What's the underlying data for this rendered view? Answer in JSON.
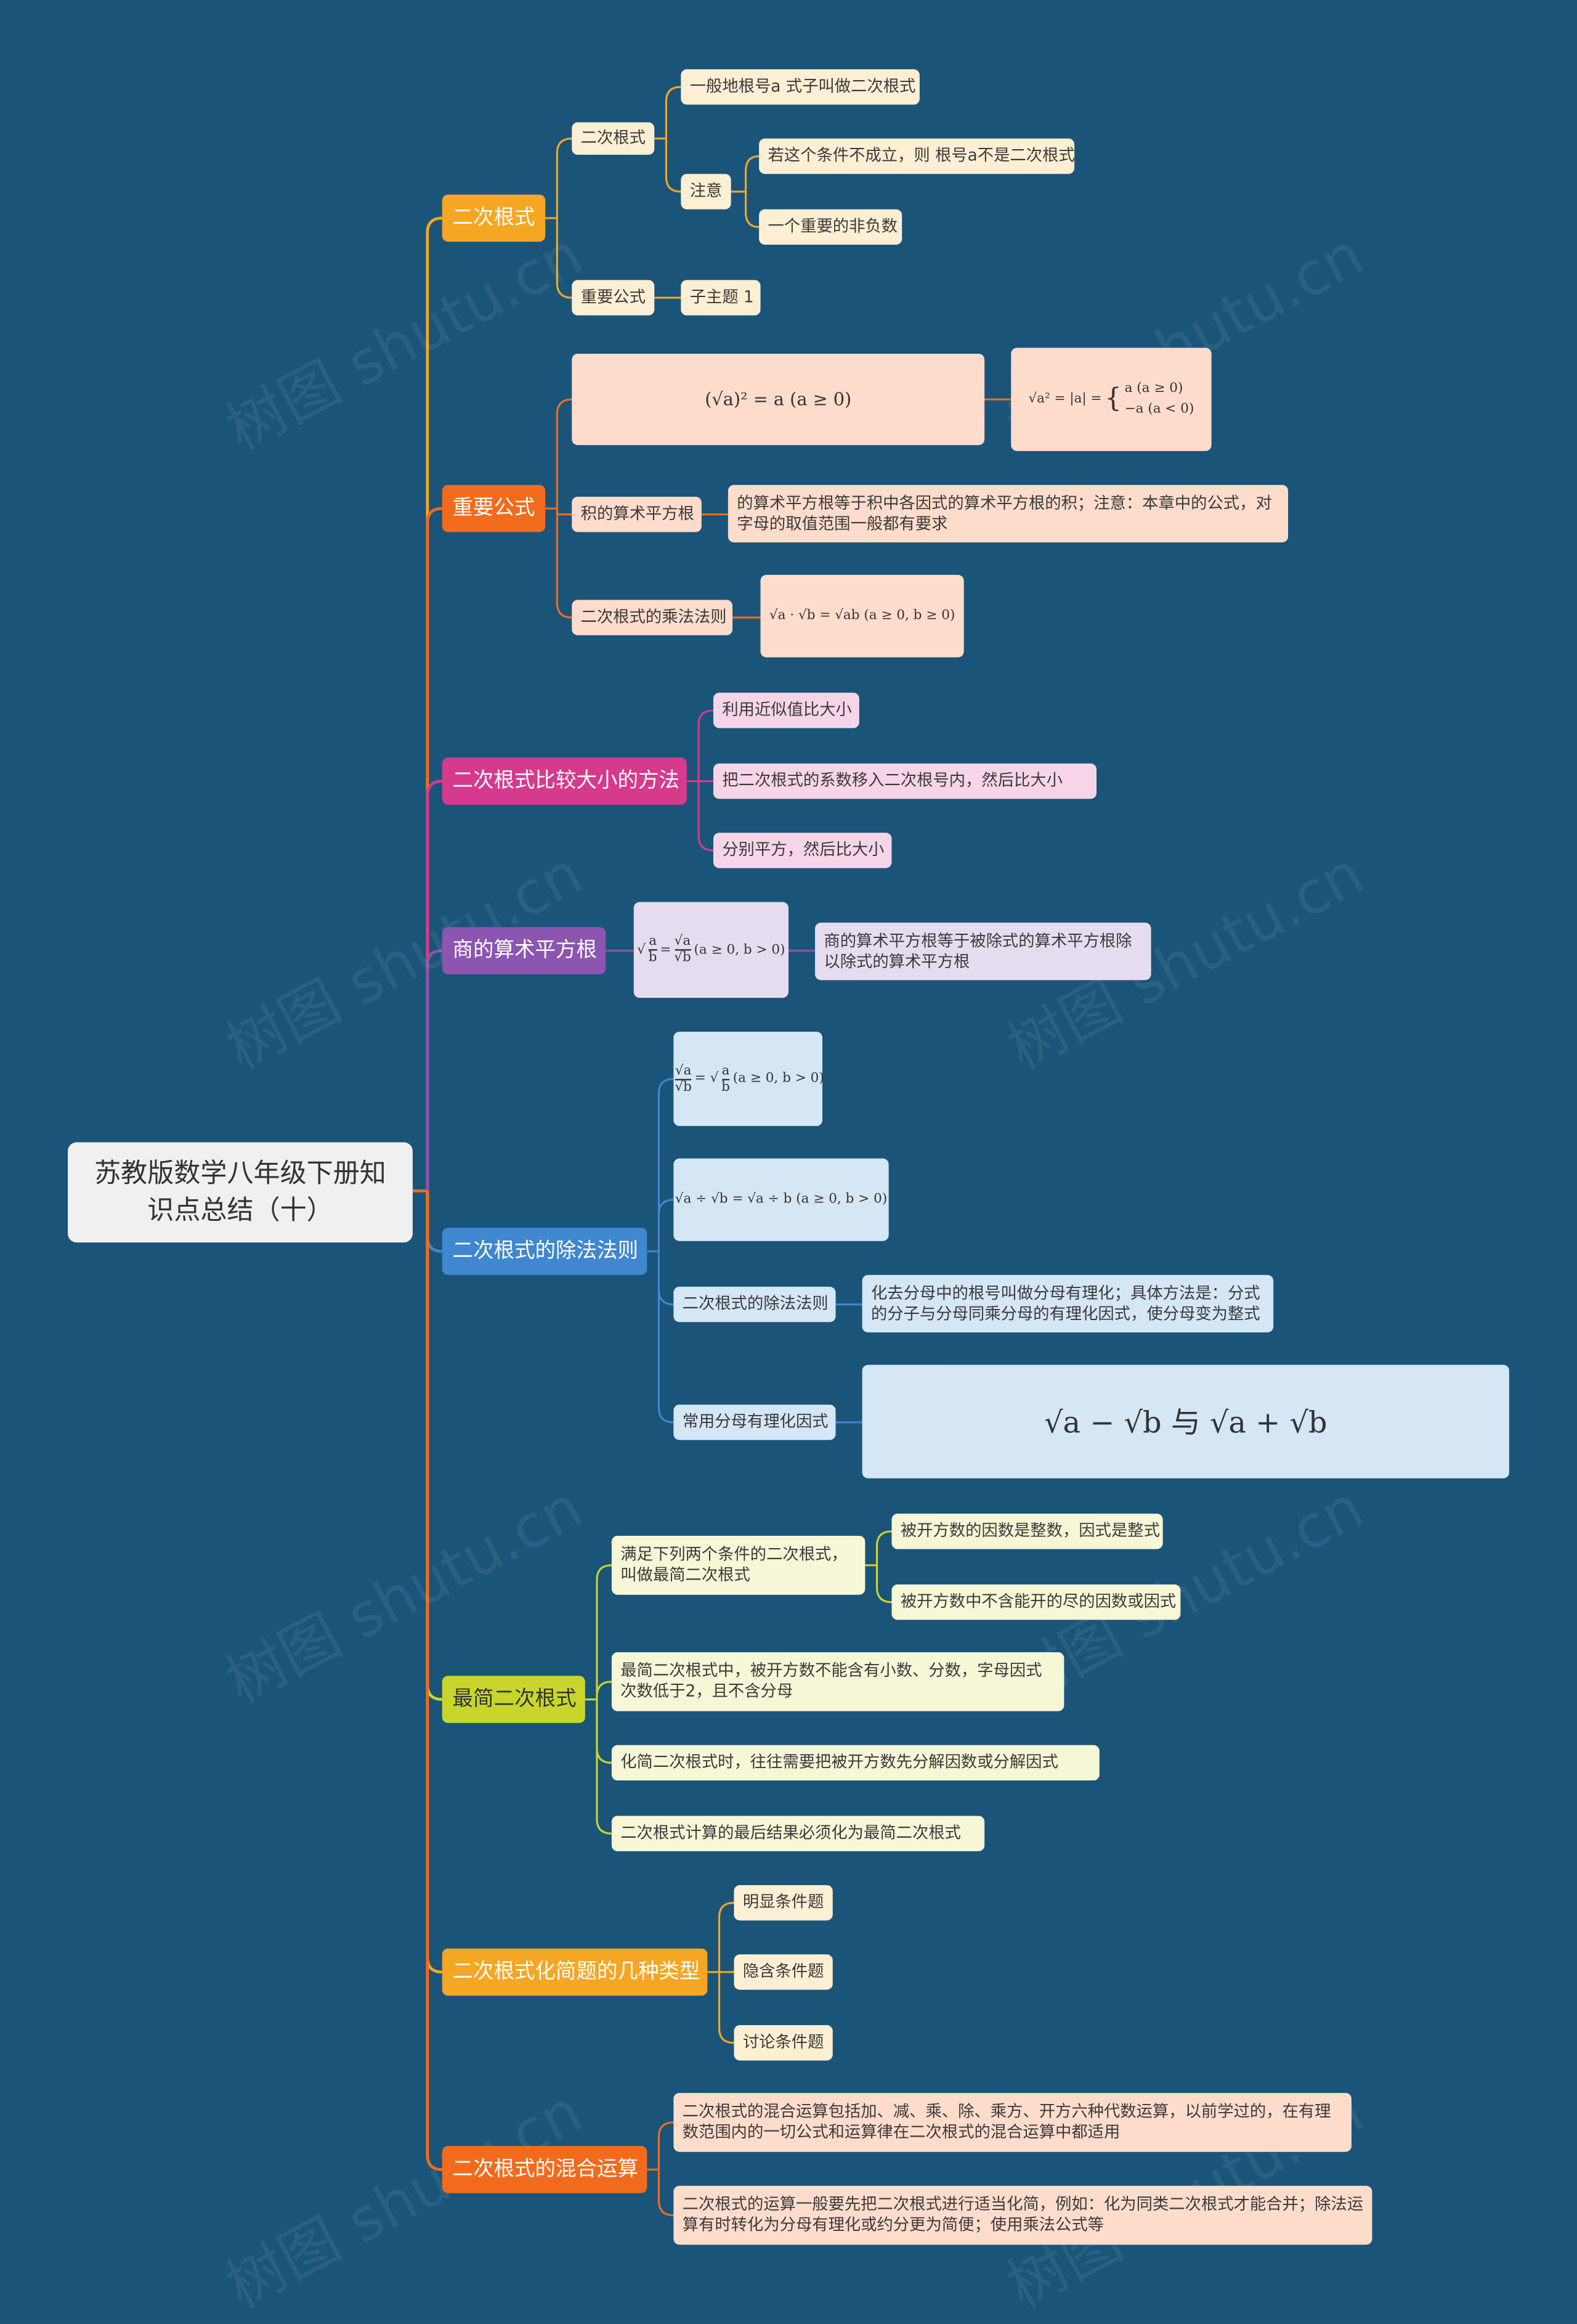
{
  "root": "苏教版数学八年级下册知识点总结（十）",
  "watermark": "树图 shutu.cn",
  "colors": {
    "background": "#1a5479",
    "b1": "#f5a623",
    "b2": "#f26b1d",
    "b3": "#d63a8c",
    "b4": "#8b55b0",
    "b5": "#3f87cf",
    "b6": "#c8d62c",
    "b7": "#f5a623",
    "b8": "#f26b1d"
  },
  "b1": {
    "title": "二次根式",
    "sub1": "二次根式",
    "leaf1": "一般地根号a 式子叫做二次根式",
    "note": "注意",
    "note1": "若这个条件不成立，则 根号a不是二次根式",
    "note2": "一个重要的非负数",
    "sub2": "重要公式",
    "topic": "子主题 1"
  },
  "b2": {
    "title": "重要公式",
    "formula1": "(√a)² = a  (a ≥ 0)",
    "formula2_left": "√a² = |a| =",
    "formula2_case1": "a    (a ≥ 0)",
    "formula2_case2": "−a   (a < 0)",
    "sub1": "积的算术平方根",
    "sub1_text": "的算术平方根等于积中各因式的算术平方根的积；注意：本章中的公式，对字母的取值范围一般都有要求",
    "sub2": "二次根式的乘法法则",
    "formula3": "√a · √b = √ab   (a ≥ 0, b ≥ 0)"
  },
  "b3": {
    "title": "二次根式比较大小的方法",
    "items": [
      "利用近似值比大小",
      "把二次根式的系数移入二次根号内，然后比大小",
      "分别平方，然后比大小"
    ]
  },
  "b4": {
    "title": "商的算术平方根",
    "formula_cond": "(a ≥ 0, b > 0)",
    "text": "商的算术平方根等于被除式的算术平方根除以除式的算术平方根"
  },
  "b5": {
    "title": "二次根式的除法法则",
    "formula1_cond": "(a ≥ 0, b > 0)",
    "formula2": "√a ÷ √b = √a ÷ b  (a ≥ 0, b > 0)",
    "sub1": "二次根式的除法法则",
    "sub1_text": "化去分母中的根号叫做分母有理化；具体方法是：分式的分子与分母同乘分母的有理化因式，使分母变为整式",
    "sub2": "常用分母有理化因式",
    "formula3": "√a − √b 与 √a + √b"
  },
  "b6": {
    "title": "最简二次根式",
    "sub1": "满足下列两个条件的二次根式，叫做最简二次根式",
    "sub1a": "被开方数的因数是整数，因式是整式",
    "sub1b": "被开方数中不含能开的尽的因数或因式",
    "sub2": "最简二次根式中，被开方数不能含有小数、分数，字母因式次数低于2，且不含分母",
    "sub3": "化简二次根式时，往往需要把被开方数先分解因数或分解因式",
    "sub4": "二次根式计算的最后结果必须化为最简二次根式"
  },
  "b7": {
    "title": "二次根式化简题的几种类型",
    "items": [
      "明显条件题",
      "隐含条件题",
      "讨论条件题"
    ]
  },
  "b8": {
    "title": "二次根式的混合运算",
    "items": [
      "二次根式的混合运算包括加、减、乘、除、乘方、开方六种代数运算，以前学过的，在有理数范围内的一切公式和运算律在二次根式的混合运算中都适用",
      "二次根式的运算一般要先把二次根式进行适当化简，例如：化为同类二次根式才能合并；除法运算有时转化为分母有理化或约分更为简便；使用乘法公式等"
    ]
  }
}
